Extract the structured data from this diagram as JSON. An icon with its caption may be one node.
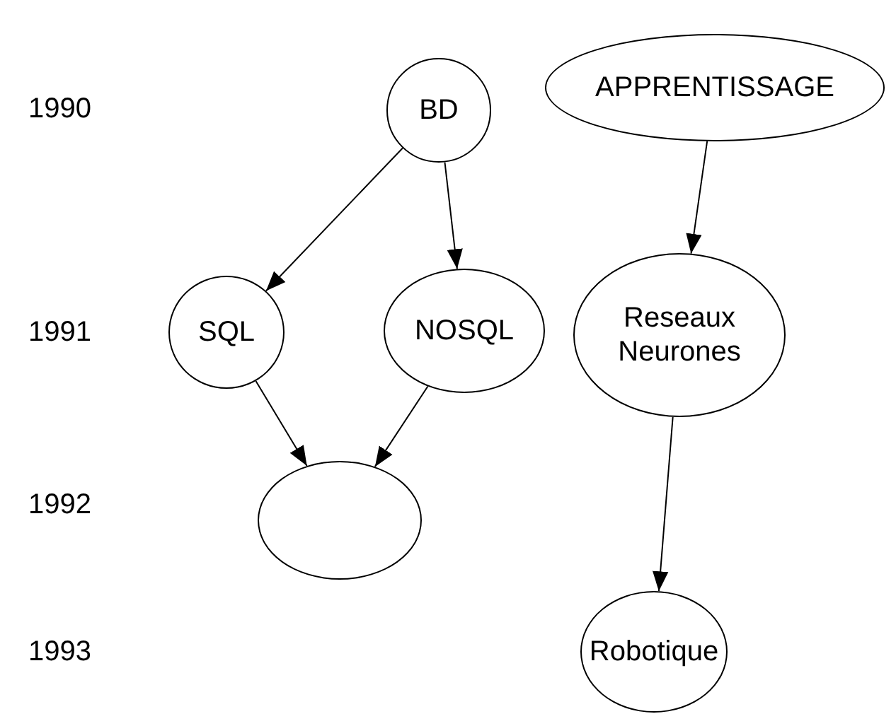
{
  "diagram": {
    "nodes": [
      {
        "text": [
          "BD"
        ]
      },
      {
        "text": [
          "APPRENTISSAGE"
        ]
      },
      {
        "text": [
          "SQL"
        ]
      },
      {
        "text": [
          "NOSQL"
        ]
      },
      {
        "text": [
          "Reseaux Neurones"
        ]
      },
      {
        "text": [],
        "shape": "ellipse"
      },
      {
        "text": [
          "Robotique"
        ]
      }
    ],
    "edges": [
      {
        "from": 0,
        "to": 2,
        "arrow": "to"
      },
      {
        "from": 0,
        "to": 3,
        "arrow": "to"
      },
      {
        "from": 2,
        "to": 5,
        "arrow": "to"
      },
      {
        "from": 3,
        "to": 5,
        "arrow": "to"
      },
      {
        "from": 1,
        "to": 4,
        "arrow": "to"
      },
      {
        "from": 4,
        "to": 6,
        "arrow": "to"
      }
    ],
    "labels": [
      "1990",
      "1991",
      "1992",
      "1993"
    ]
  }
}
